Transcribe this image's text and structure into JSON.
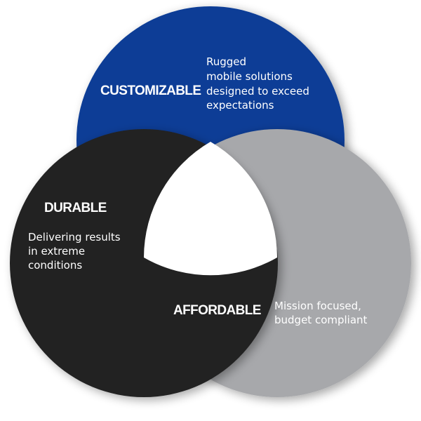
{
  "diagram": {
    "type": "venn",
    "colors": {
      "customizable": "#0b3e96",
      "durable": "#222222",
      "affordable": "#a7a8ab",
      "center": "#ffffff"
    },
    "circles": [
      {
        "key": "customizable",
        "heading": "CUSTOMIZABLE",
        "lines": [
          "Rugged",
          "mobile solutions",
          "designed to exceed",
          "expectations"
        ]
      },
      {
        "key": "durable",
        "heading": "DURABLE",
        "lines": [
          "Delivering results",
          "in extreme",
          "conditions"
        ]
      },
      {
        "key": "affordable",
        "heading": "AFFORDABLE",
        "lines": [
          "Mission focused,",
          "budget compliant"
        ]
      }
    ]
  }
}
